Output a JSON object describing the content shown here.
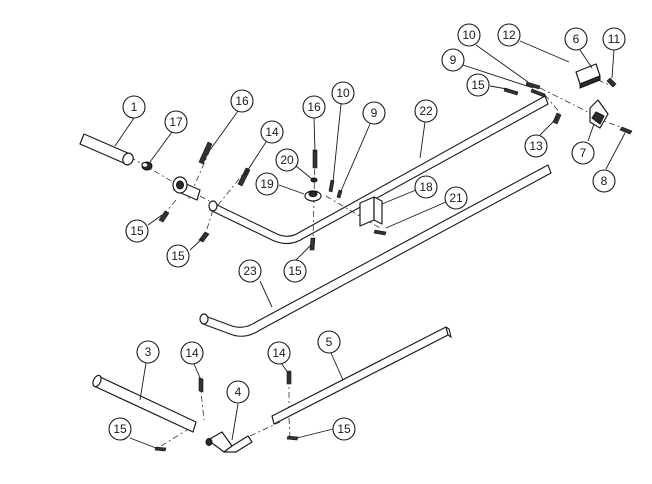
{
  "callouts": {
    "c1": "1",
    "c17": "17",
    "c16a": "16",
    "c14a": "14",
    "c15a": "15",
    "c15b": "15",
    "c16b": "16",
    "c20": "20",
    "c19": "19",
    "c10a": "10",
    "c9a": "9",
    "c22": "22",
    "c15c": "15",
    "c18": "18",
    "c21": "21",
    "c23": "23",
    "c10b": "10",
    "c12": "12",
    "c6": "6",
    "c11": "11",
    "c9b": "9",
    "c15d": "15",
    "c13": "13",
    "c7": "7",
    "c8": "8",
    "c3": "3",
    "c14b": "14",
    "c15e": "15",
    "c4": "4",
    "c14c": "14",
    "c5": "5",
    "c15f": "15"
  }
}
